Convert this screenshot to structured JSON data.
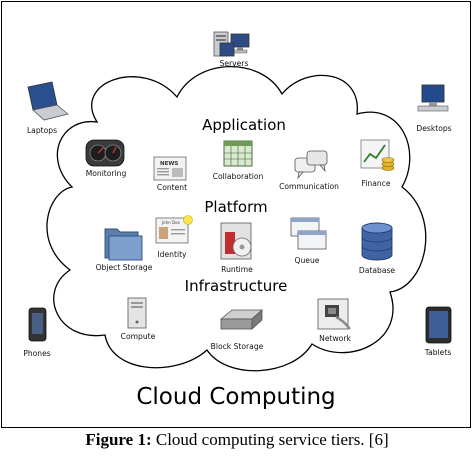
{
  "diagram": {
    "title": "Cloud Computing",
    "tiers": {
      "application": "Application",
      "platform": "Platform",
      "infrastructure": "Infrastructure"
    },
    "devices": {
      "servers": "Servers",
      "laptops": "Laptops",
      "desktops": "Desktops",
      "phones": "Phones",
      "tablets": "Tablets"
    },
    "application_items": {
      "monitoring": "Monitoring",
      "content": "Content",
      "collaboration": "Collaboration",
      "communication": "Communication",
      "finance": "Finance"
    },
    "platform_items": {
      "object_storage": "Object Storage",
      "identity": "Identity",
      "runtime": "Runtime",
      "queue": "Queue",
      "database": "Database"
    },
    "infrastructure_items": {
      "compute": "Compute",
      "block_storage": "Block Storage",
      "network": "Network"
    },
    "icon_text": {
      "news": "NEWS",
      "name_card": "John Doe"
    }
  },
  "caption": {
    "label": "Figure 1:",
    "text": " Cloud computing service tiers. [6]"
  }
}
